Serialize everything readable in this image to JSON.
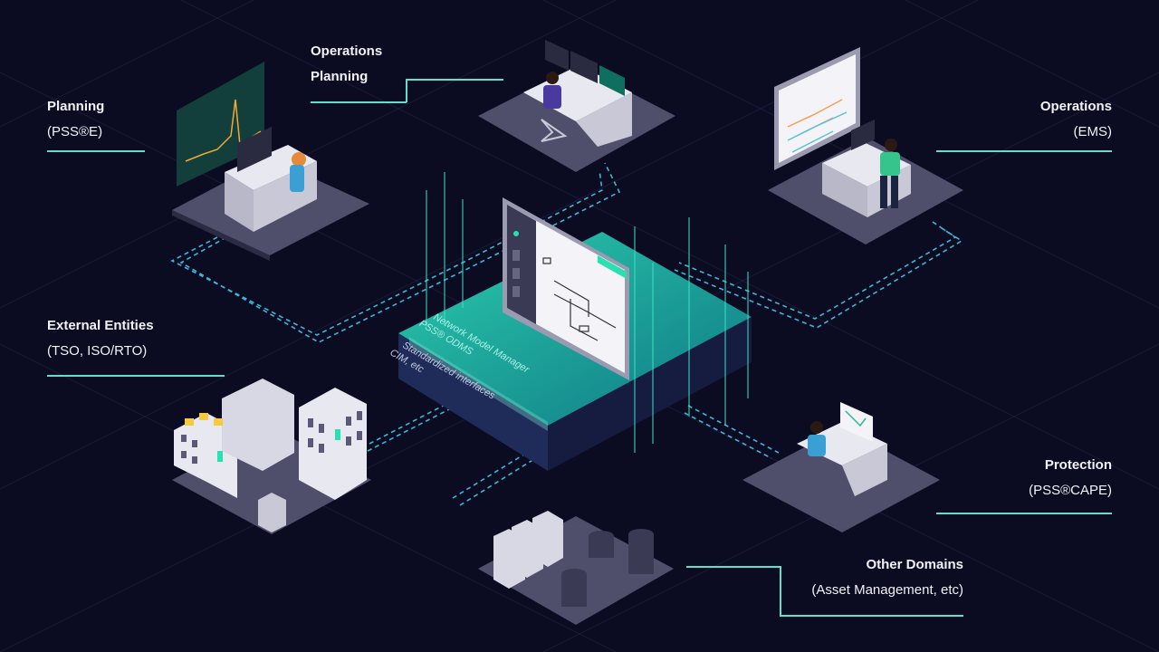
{
  "labels": {
    "planning": {
      "title": "Planning",
      "sub": "(PSS®E)"
    },
    "operations_planning": {
      "title": "Operations",
      "sub": "Planning"
    },
    "operations": {
      "title": "Operations",
      "sub": "(EMS)"
    },
    "external_entities": {
      "title": "External Entities",
      "sub": "(TSO, ISO/RTO)"
    },
    "protection": {
      "title": "Protection",
      "sub": "(PSS®CAPE)"
    },
    "other_domains": {
      "title": "Other Domains",
      "sub": "(Asset Management, etc)"
    }
  },
  "center": {
    "line1": "Network Model Manager",
    "line2": "PSS® ODMS",
    "line3": "Standardized interfaces",
    "line4": "CIM, etc"
  },
  "colors": {
    "background": "#0b0b22",
    "accent": "#3fe0c6",
    "platform": "#5a5a78",
    "desk": "#d9d9e4"
  }
}
